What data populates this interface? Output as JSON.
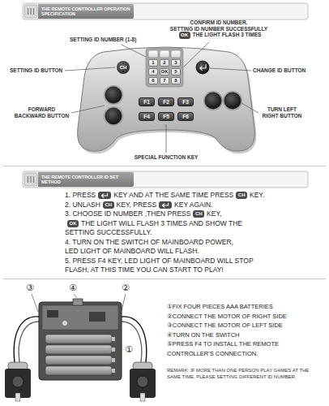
{
  "diagram": {
    "nodes": [
      {
        "text": [
          "THE REMOTE CONTROLLER OPERATION SPECIFICATION"
        ]
      },
      {
        "text": [
          "OK"
        ]
      },
      {
        "text": [
          "CH"
        ]
      },
      {
        "text": [
          "1"
        ]
      },
      {
        "text": [
          "2"
        ]
      },
      {
        "text": [
          "3"
        ]
      },
      {
        "text": [
          "4"
        ]
      },
      {
        "text": [
          "OK"
        ]
      },
      {
        "text": [
          "5"
        ]
      },
      {
        "text": [
          "6"
        ]
      },
      {
        "text": [
          "7"
        ]
      },
      {
        "text": [
          "8"
        ]
      },
      {
        "text": [
          "F1"
        ]
      },
      {
        "text": [
          "F2"
        ]
      },
      {
        "text": [
          "F3"
        ]
      },
      {
        "text": [
          "F4"
        ]
      },
      {
        "text": [
          "F5"
        ]
      },
      {
        "text": [
          "F6"
        ]
      },
      {
        "text": [
          "THE REMOTE CONTROLLER ID SET METHOD"
        ]
      },
      {
        "text": [
          "CH"
        ]
      },
      {
        "text": [
          "CH"
        ]
      },
      {
        "text": [
          "CH"
        ]
      },
      {
        "text": [
          "OK"
        ]
      }
    ],
    "labels": [
      "CONFIRM ID NUMBER.",
      "SETTING ID NUMBER SUCCESSFULLY",
      "THE LIGHT FLASH 3 TIMES",
      "SETTING ID NUMBER (1-8)",
      "SETTING ID BUTTON",
      "CHANGE ID BUTTON",
      "FORWARD BACKWARD BUTTON",
      "TURN LEFT RIGHT BUTTON",
      "SPECIAL FUNCTION KEY",
      "1. PRESS",
      "KEY AND AT THE SAME TIME PRESS",
      "KEY.",
      "2. UNLASH",
      "KEY, PRESS",
      "KEY AGAIN.",
      "3. CHOOSE ID NUMBER ,THEN PRESS",
      "KEY,",
      "THE LIGHT WILL FLASH 3 TIMES AND SHOW THE SETTING SUCCESSFULLY.",
      "4. TURN ON THE SWITCH OF MAINBOARD POWER, LED LIGHT OF MAINBOARD WILL FLASH.",
      "5. PRESS F4 KEY, LED LIGHT OF MAINBOARD WILL STOP FLASH, AT THIS TIME YOU CAN START TO PLAY!",
      "③",
      "④",
      "②",
      "①",
      "①FIX FOUR PIECES AAA BATTERIES",
      "②CONNECT THE MOTOR OF RIGHT SIDE",
      "③CONNECT THE MOTOR OF LEFT SIDE",
      "④TURN ON THE SWITCH",
      "⑤PRESS F4 TO INSTALL THE REMOTE CONTROLLER'S CONNECTION.",
      "REMARK: IF MORE THAN ONE PERSON PLAY GAMES AT THE SAME TIME, PLEASE SETTING DIFFERENT ID NUMBER."
    ]
  }
}
